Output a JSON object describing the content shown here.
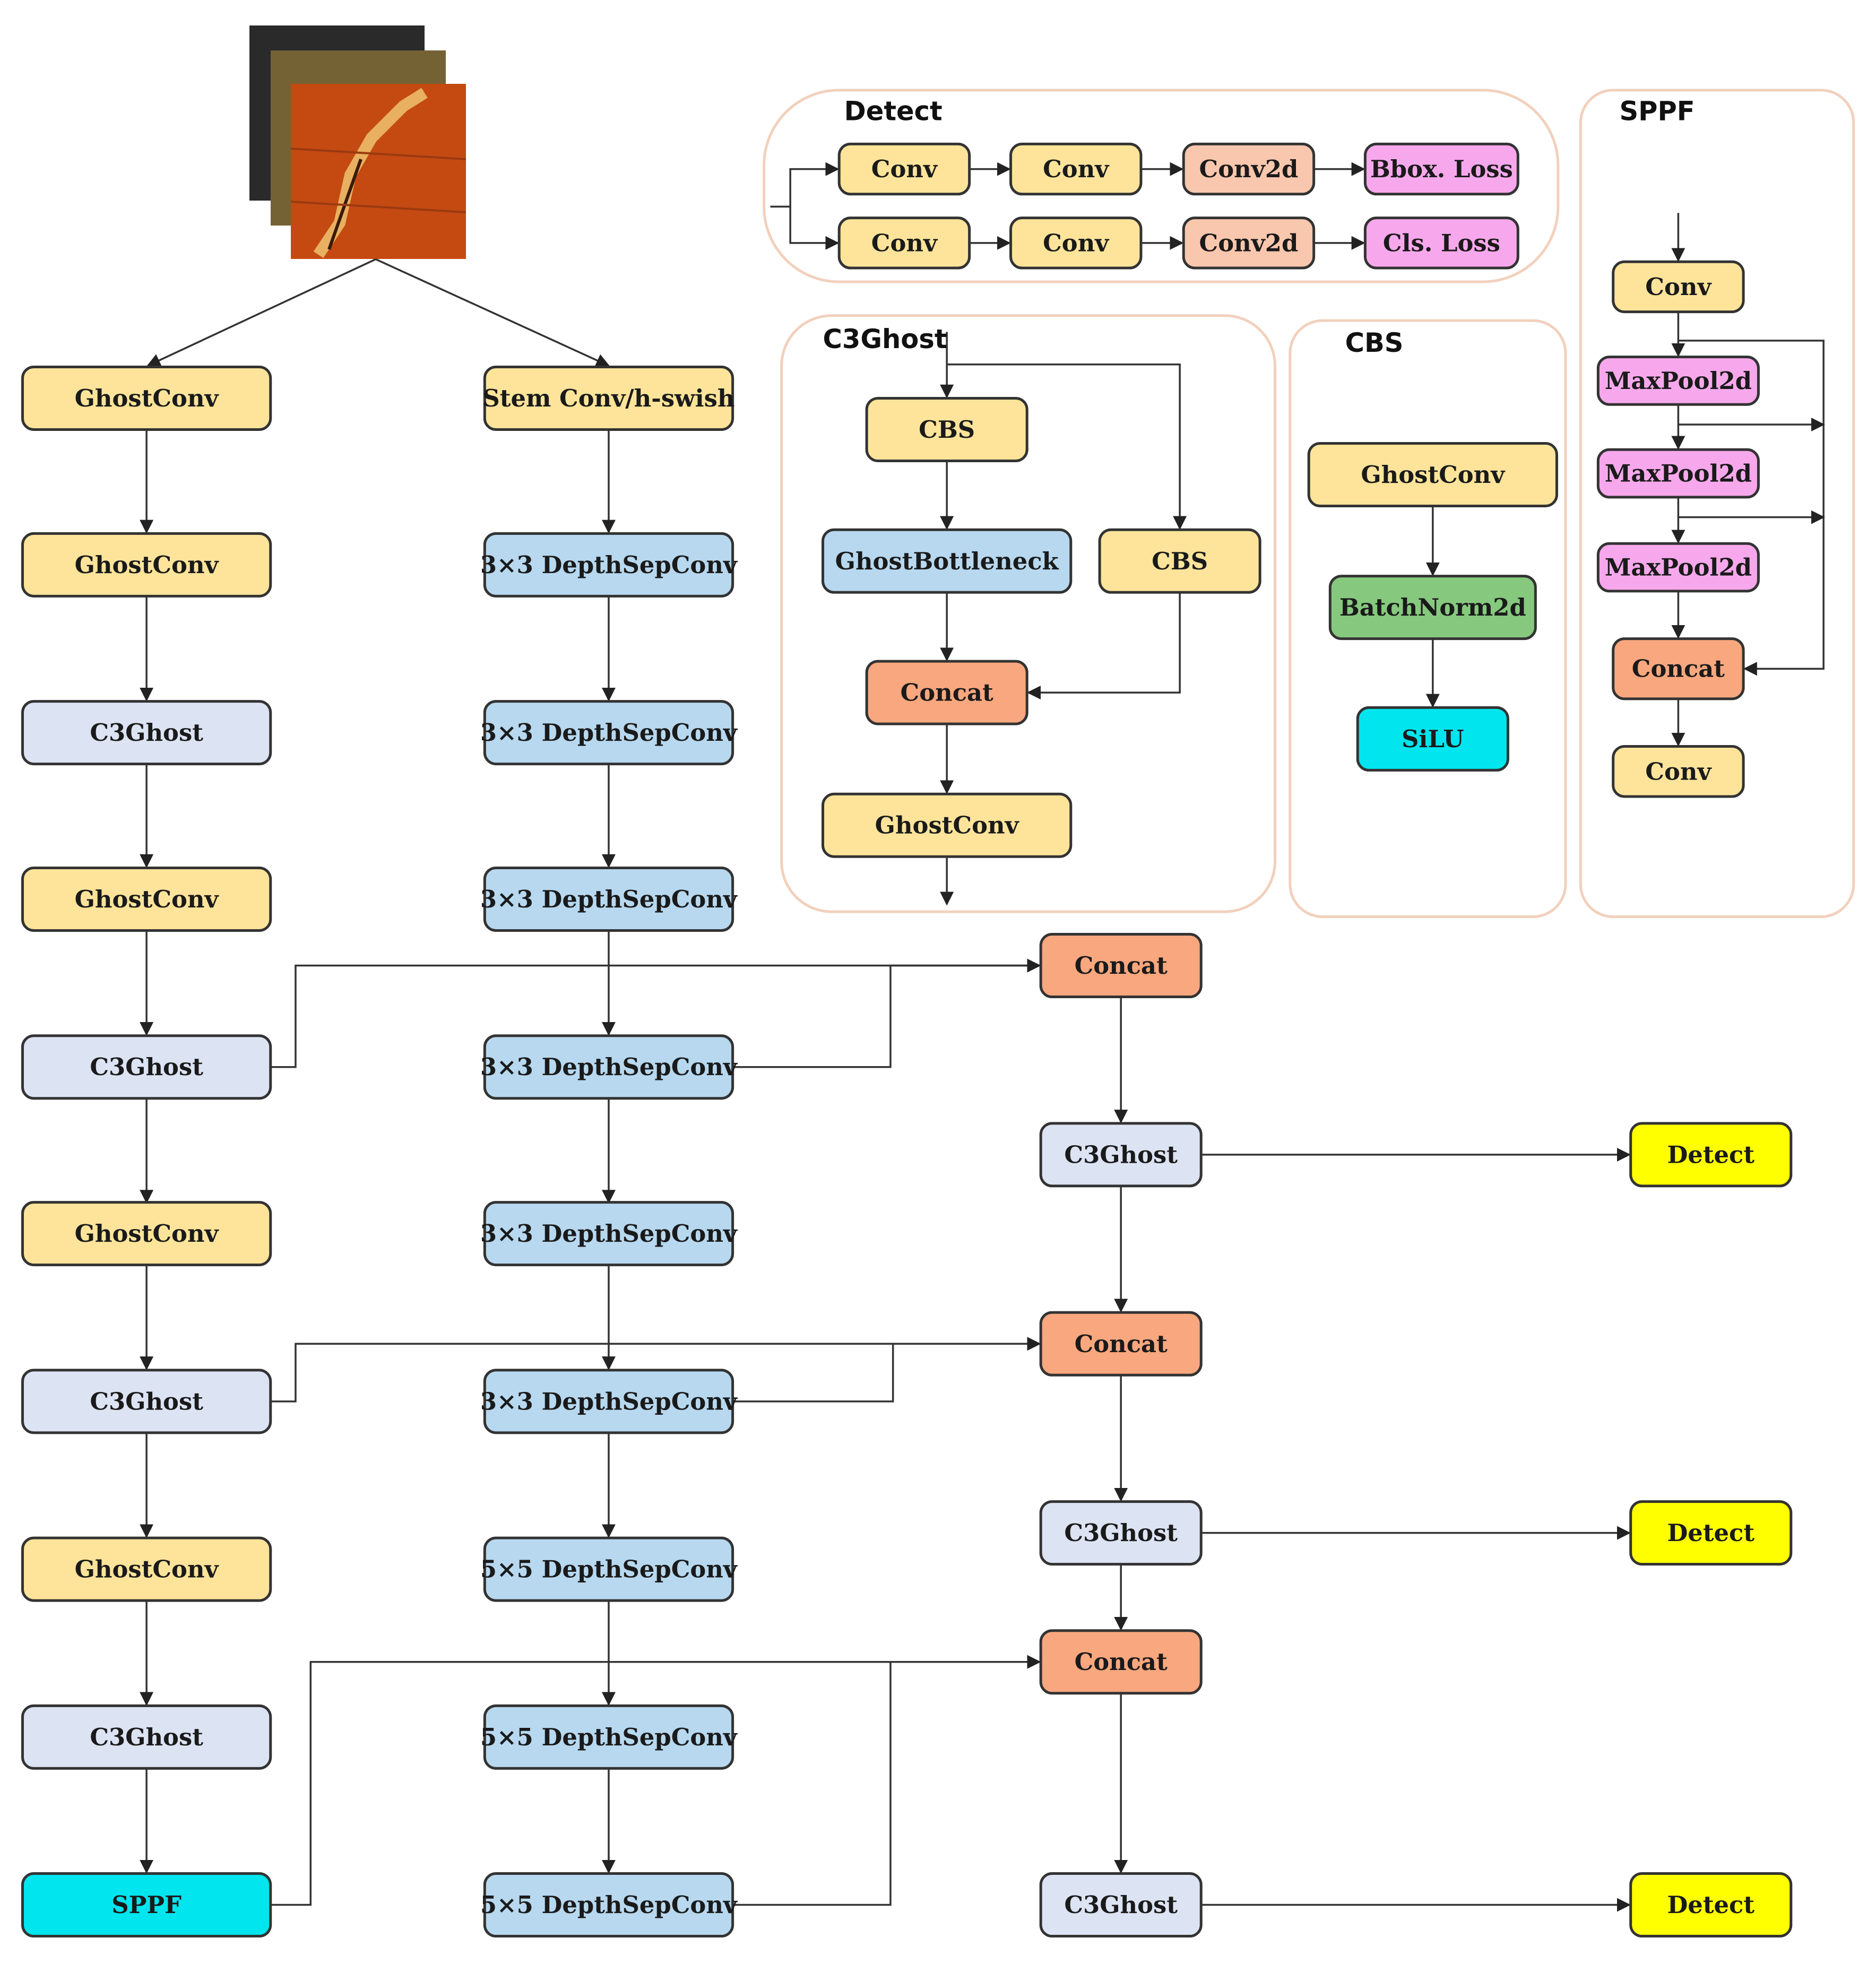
{
  "colors": {
    "yellow": "#fde49a",
    "lavender": "#dce3f3",
    "blue": "#b7d8ef",
    "orange": "#f9a77e",
    "peach": "#f9c7ae",
    "pink": "#f7a8ec",
    "green": "#86c97e",
    "cyan": "#00e5ee",
    "detect": "#ffff00",
    "stroke": "#333333",
    "group_border": "#f2d0bc"
  },
  "input_image": {
    "icon": "sample-image-stack-icon"
  },
  "groups": {
    "detect": {
      "label": "Detect"
    },
    "c3ghost": {
      "label": "C3Ghost"
    },
    "cbs": {
      "label": "CBS"
    },
    "sppf": {
      "label": "SPPF"
    }
  },
  "nodes": {
    "b1": {
      "label": "GhostConv",
      "color": "yellow"
    },
    "b2": {
      "label": "GhostConv",
      "color": "yellow"
    },
    "b3": {
      "label": "C3Ghost",
      "color": "lavender"
    },
    "b4": {
      "label": "GhostConv",
      "color": "yellow"
    },
    "b5": {
      "label": "C3Ghost",
      "color": "lavender"
    },
    "b6": {
      "label": "GhostConv",
      "color": "yellow"
    },
    "b7": {
      "label": "C3Ghost",
      "color": "lavender"
    },
    "b8": {
      "label": "GhostConv",
      "color": "yellow"
    },
    "b9": {
      "label": "C3Ghost",
      "color": "lavender"
    },
    "b10": {
      "label": "SPPF",
      "color": "cyan"
    },
    "m1": {
      "label": "Stem Conv/h-swish",
      "color": "yellow"
    },
    "m2": {
      "label": "3×3 DepthSepConv",
      "color": "blue"
    },
    "m3": {
      "label": "3×3 DepthSepConv",
      "color": "blue"
    },
    "m4": {
      "label": "3×3 DepthSepConv",
      "color": "blue"
    },
    "m5": {
      "label": "3×3 DepthSepConv",
      "color": "blue"
    },
    "m6": {
      "label": "3×3 DepthSepConv",
      "color": "blue"
    },
    "m7": {
      "label": "3×3 DepthSepConv",
      "color": "blue"
    },
    "m8": {
      "label": "5×5 DepthSepConv",
      "color": "blue"
    },
    "m9": {
      "label": "5×5 DepthSepConv",
      "color": "blue"
    },
    "m10": {
      "label": "5×5 DepthSepConv",
      "color": "blue"
    },
    "n1": {
      "label": "Concat",
      "color": "orange"
    },
    "n2": {
      "label": "C3Ghost",
      "color": "lavender"
    },
    "n3": {
      "label": "Concat",
      "color": "orange"
    },
    "n4": {
      "label": "C3Ghost",
      "color": "lavender"
    },
    "n5": {
      "label": "Concat",
      "color": "orange"
    },
    "n6": {
      "label": "C3Ghost",
      "color": "lavender"
    },
    "d1": {
      "label": "Detect",
      "color": "detect"
    },
    "d2": {
      "label": "Detect",
      "color": "detect"
    },
    "d3": {
      "label": "Detect",
      "color": "detect"
    },
    "dc1": {
      "label": "Conv",
      "color": "yellow"
    },
    "dc2": {
      "label": "Conv",
      "color": "yellow"
    },
    "dc3": {
      "label": "Conv2d",
      "color": "peach"
    },
    "dc4": {
      "label": "Bbox. Loss",
      "color": "pink"
    },
    "dc5": {
      "label": "Conv",
      "color": "yellow"
    },
    "dc6": {
      "label": "Conv",
      "color": "yellow"
    },
    "dc7": {
      "label": "Conv2d",
      "color": "peach"
    },
    "dc8": {
      "label": "Cls. Loss",
      "color": "pink"
    },
    "g1": {
      "label": "CBS",
      "color": "yellow"
    },
    "g2": {
      "label": "GhostBottleneck",
      "color": "blue"
    },
    "g3": {
      "label": "CBS",
      "color": "yellow"
    },
    "g4": {
      "label": "Concat",
      "color": "orange"
    },
    "g5": {
      "label": "GhostConv",
      "color": "yellow"
    },
    "c1": {
      "label": "GhostConv",
      "color": "yellow"
    },
    "c2": {
      "label": "BatchNorm2d",
      "color": "green"
    },
    "c3": {
      "label": "SiLU",
      "color": "cyan"
    },
    "s1": {
      "label": "Conv",
      "color": "yellow"
    },
    "s2": {
      "label": "MaxPool2d",
      "color": "pink"
    },
    "s3": {
      "label": "MaxPool2d",
      "color": "pink"
    },
    "s4": {
      "label": "MaxPool2d",
      "color": "pink"
    },
    "s5": {
      "label": "Concat",
      "color": "orange"
    },
    "s6": {
      "label": "Conv",
      "color": "yellow"
    }
  }
}
